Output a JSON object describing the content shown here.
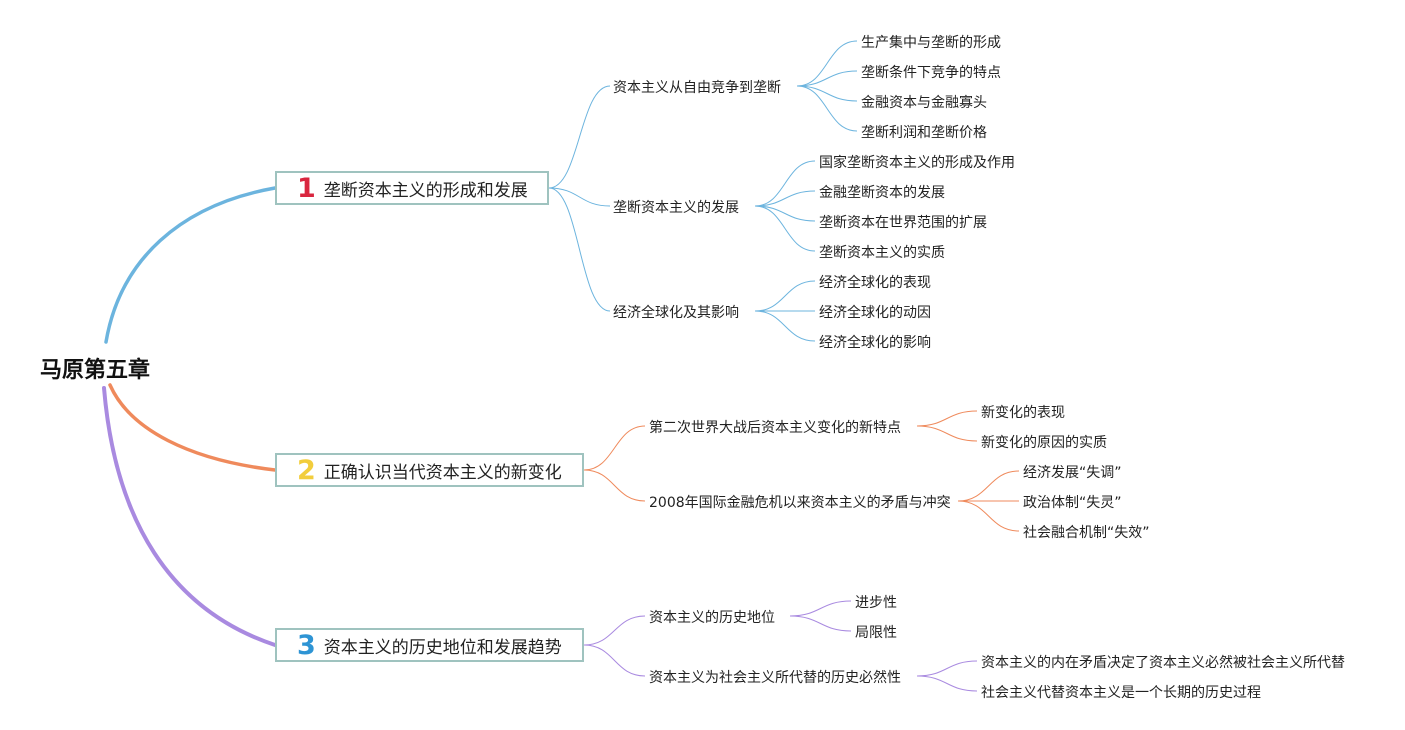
{
  "root": "马原第五章",
  "branches": [
    {
      "num": "1",
      "color": "#d9263f",
      "line_color": "#6cb4de",
      "title": "垄断资本主义的形成和发展",
      "subs": [
        {
          "label": "资本主义从自由竞争到垄断",
          "leaves": [
            "生产集中与垄断的形成",
            "垄断条件下竞争的特点",
            "金融资本与金融寡头",
            "垄断利润和垄断价格"
          ]
        },
        {
          "label": "垄断资本主义的发展",
          "leaves": [
            "国家垄断资本主义的形成及作用",
            "金融垄断资本的发展",
            "垄断资本在世界范围的扩展",
            "垄断资本主义的实质"
          ]
        },
        {
          "label": "经济全球化及其影响",
          "leaves": [
            "经济全球化的表现",
            "经济全球化的动因",
            "经济全球化的影响"
          ]
        }
      ]
    },
    {
      "num": "2",
      "color": "#f2cd3c",
      "line_color": "#ef8a5c",
      "title": "正确认识当代资本主义的新变化",
      "subs": [
        {
          "label": "第二次世界大战后资本主义变化的新特点",
          "leaves": [
            "新变化的表现",
            "新变化的原因的实质"
          ]
        },
        {
          "label": "2008年国际金融危机以来资本主义的矛盾与冲突",
          "leaves": [
            "经济发展“失调”",
            "政治体制“失灵”",
            "社会融合机制“失效”"
          ]
        }
      ]
    },
    {
      "num": "3",
      "color": "#2e94d4",
      "line_color": "#a98ae0",
      "title": "资本主义的历史地位和发展趋势",
      "subs": [
        {
          "label": "资本主义的历史地位",
          "leaves": [
            "进步性",
            "局限性"
          ]
        },
        {
          "label": "资本主义为社会主义所代替的历史必然性",
          "leaves": [
            "资本主义的内在矛盾决定了资本主义必然被社会主义所代替",
            "社会主义代替资本主义是一个长期的历史过程"
          ]
        }
      ]
    }
  ]
}
